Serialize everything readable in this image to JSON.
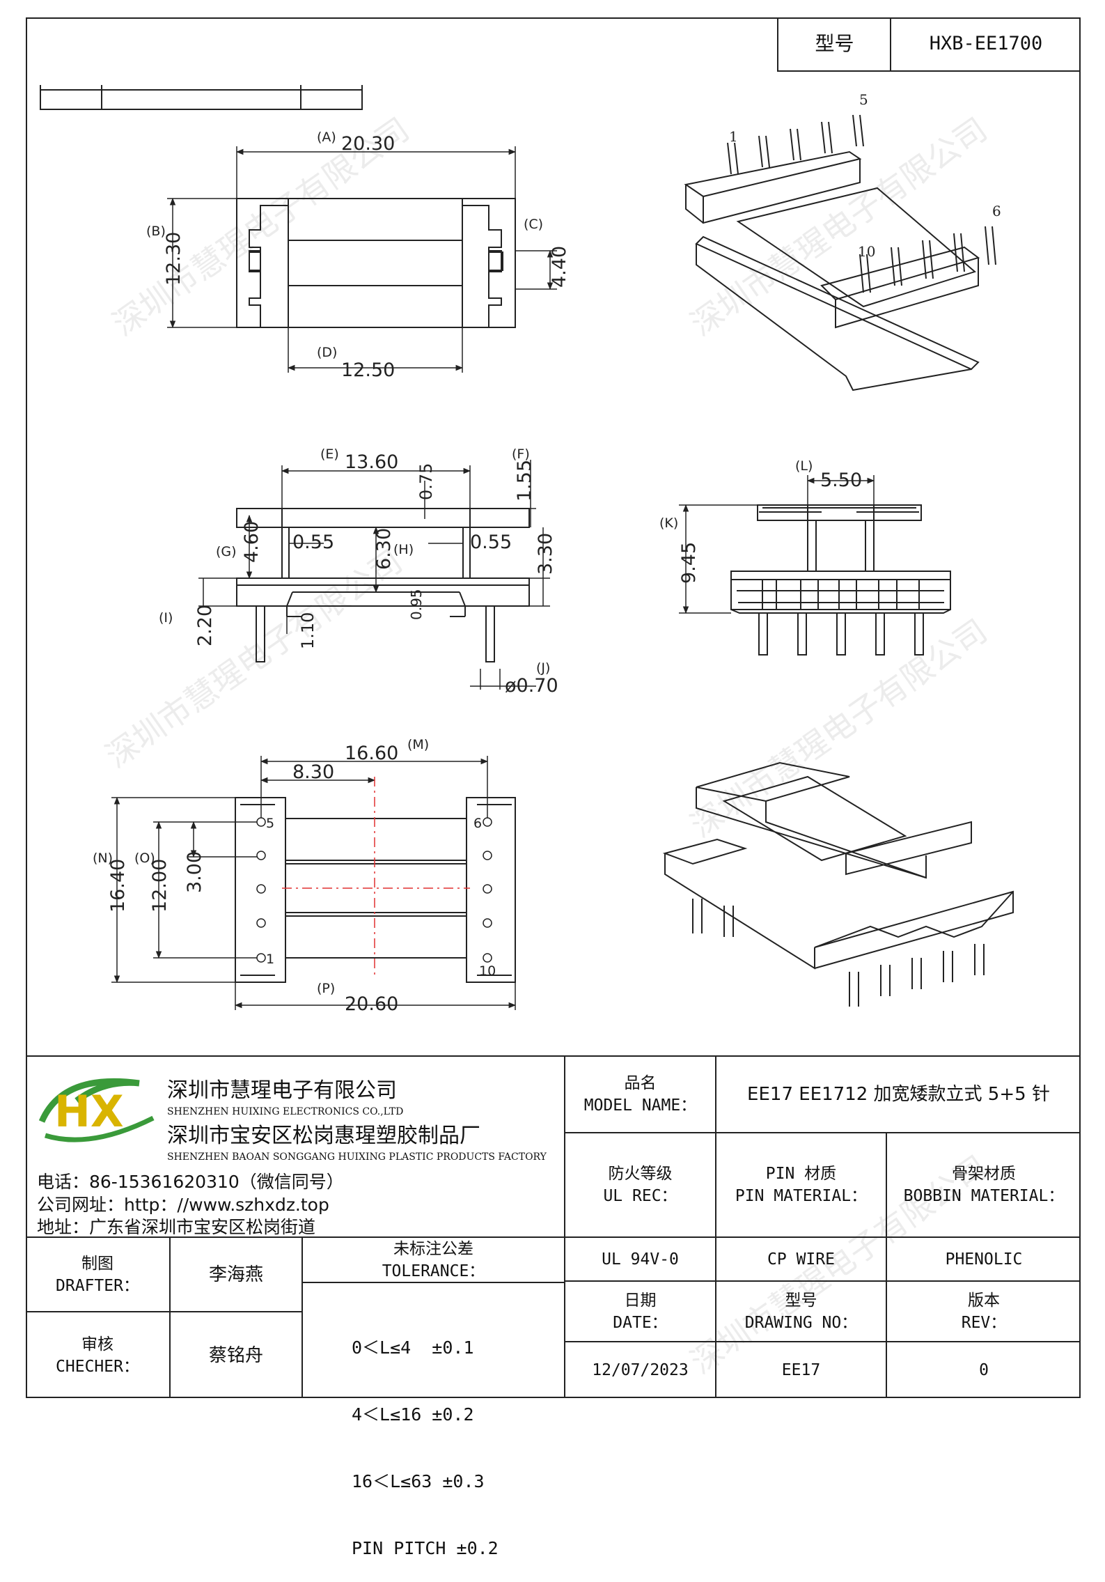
{
  "header": {
    "model_label": "型号",
    "model_value": "HXB-EE1700"
  },
  "top_view": {
    "dimensions": [
      {
        "tag": "(A)",
        "value": "20.30"
      },
      {
        "tag": "(B)",
        "value": "12.30"
      },
      {
        "tag": "(C)",
        "value": "4.40"
      },
      {
        "tag": "(D)",
        "value": "12.50"
      }
    ]
  },
  "front_view": {
    "dimensions": [
      {
        "tag": "(E)",
        "value": "13.60"
      },
      {
        "tag": "(F)",
        "value": "1.55"
      },
      {
        "tag": "",
        "value": "0.75"
      },
      {
        "tag": "(G)",
        "value": "4.60"
      },
      {
        "tag": "",
        "value": "0.55"
      },
      {
        "tag": "(H)",
        "value": "6.30"
      },
      {
        "tag": "",
        "value": "0.55"
      },
      {
        "tag": "",
        "value": "3.30"
      },
      {
        "tag": "(I)",
        "value": "2.20"
      },
      {
        "tag": "",
        "value": "1.10"
      },
      {
        "tag": "",
        "value": "0.95"
      },
      {
        "tag": "(J)",
        "value": "ø0.70"
      }
    ]
  },
  "side_view": {
    "dimensions": [
      {
        "tag": "(L)",
        "value": "5.50"
      },
      {
        "tag": "(K)",
        "value": "9.45"
      }
    ]
  },
  "bottom_view": {
    "dimensions": [
      {
        "tag": "(M)",
        "value": "16.60"
      },
      {
        "tag": "",
        "value": "8.30"
      },
      {
        "tag": "(N)",
        "value": "16.40"
      },
      {
        "tag": "(O)",
        "value": "12.00"
      },
      {
        "tag": "",
        "value": "3.00"
      },
      {
        "tag": "(P)",
        "value": "20.60"
      }
    ],
    "pin_labels": [
      "5",
      "1",
      "6",
      "10"
    ]
  },
  "iso_pin_labels": [
    "1",
    "5",
    "6",
    "10"
  ],
  "watermark": "深圳市慧瑆电子有限公司",
  "company": {
    "logo_text": "HX",
    "name_cn": "深圳市慧瑆电子有限公司",
    "name_en": "SHENZHEN HUIXING ELECTRONICS CO.,LTD",
    "factory_cn": "深圳市宝安区松岗惠瑆塑胶制品厂",
    "factory_en": "SHENZHEN BAOAN SONGGANG HUIXING PLASTIC PRODUCTS FACTORY",
    "phone": "电话：86-15361620310（微信同号）",
    "website": "公司网址：http：//www.szhxdz.top",
    "address": "地址：广东省深圳市宝安区松岗街道"
  },
  "title_block": {
    "model_name_cn": "品名",
    "model_name_en": "MODEL NAME：",
    "model_name_value": "EE17 EE1712 加宽矮款立式 5+5 针",
    "ul_cn": "防火等级",
    "ul_en": "UL REC：",
    "pin_mat_cn": "PIN 材质",
    "pin_mat_en": "PIN MATERIAL：",
    "bobbin_mat_cn": "骨架材质",
    "bobbin_mat_en": "BOBBIN MATERIAL：",
    "ul_value": "UL 94V-0",
    "pin_mat_value": "CP WIRE",
    "bobbin_mat_value": "PHENOLIC",
    "drafter_cn": "制图",
    "drafter_en": "DRAFTER：",
    "drafter_name": "李海燕",
    "checker_cn": "审核",
    "checker_en": "CHECHER：",
    "checker_name": "蔡铭舟",
    "tolerance_cn": "未标注公差",
    "tolerance_en": "TOLERANCE：",
    "tolerance_lines": [
      "0＜L≤4  ±0.1",
      "4＜L≤16 ±0.2",
      "16＜L≤63 ±0.3",
      "PIN PITCH ±0.2"
    ],
    "date_cn": "日期",
    "date_en": "DATE：",
    "drawing_no_cn": "型号",
    "drawing_no_en": "DRAWING NO：",
    "rev_cn": "版本",
    "rev_en": "REV：",
    "date_value": "12/07/2023",
    "drawing_no_value": "EE17",
    "rev_value": "0"
  },
  "colors": {
    "logo_green": "#3a9a3a",
    "logo_yellow": "#d9b400",
    "centerline_red": "#e03030"
  }
}
